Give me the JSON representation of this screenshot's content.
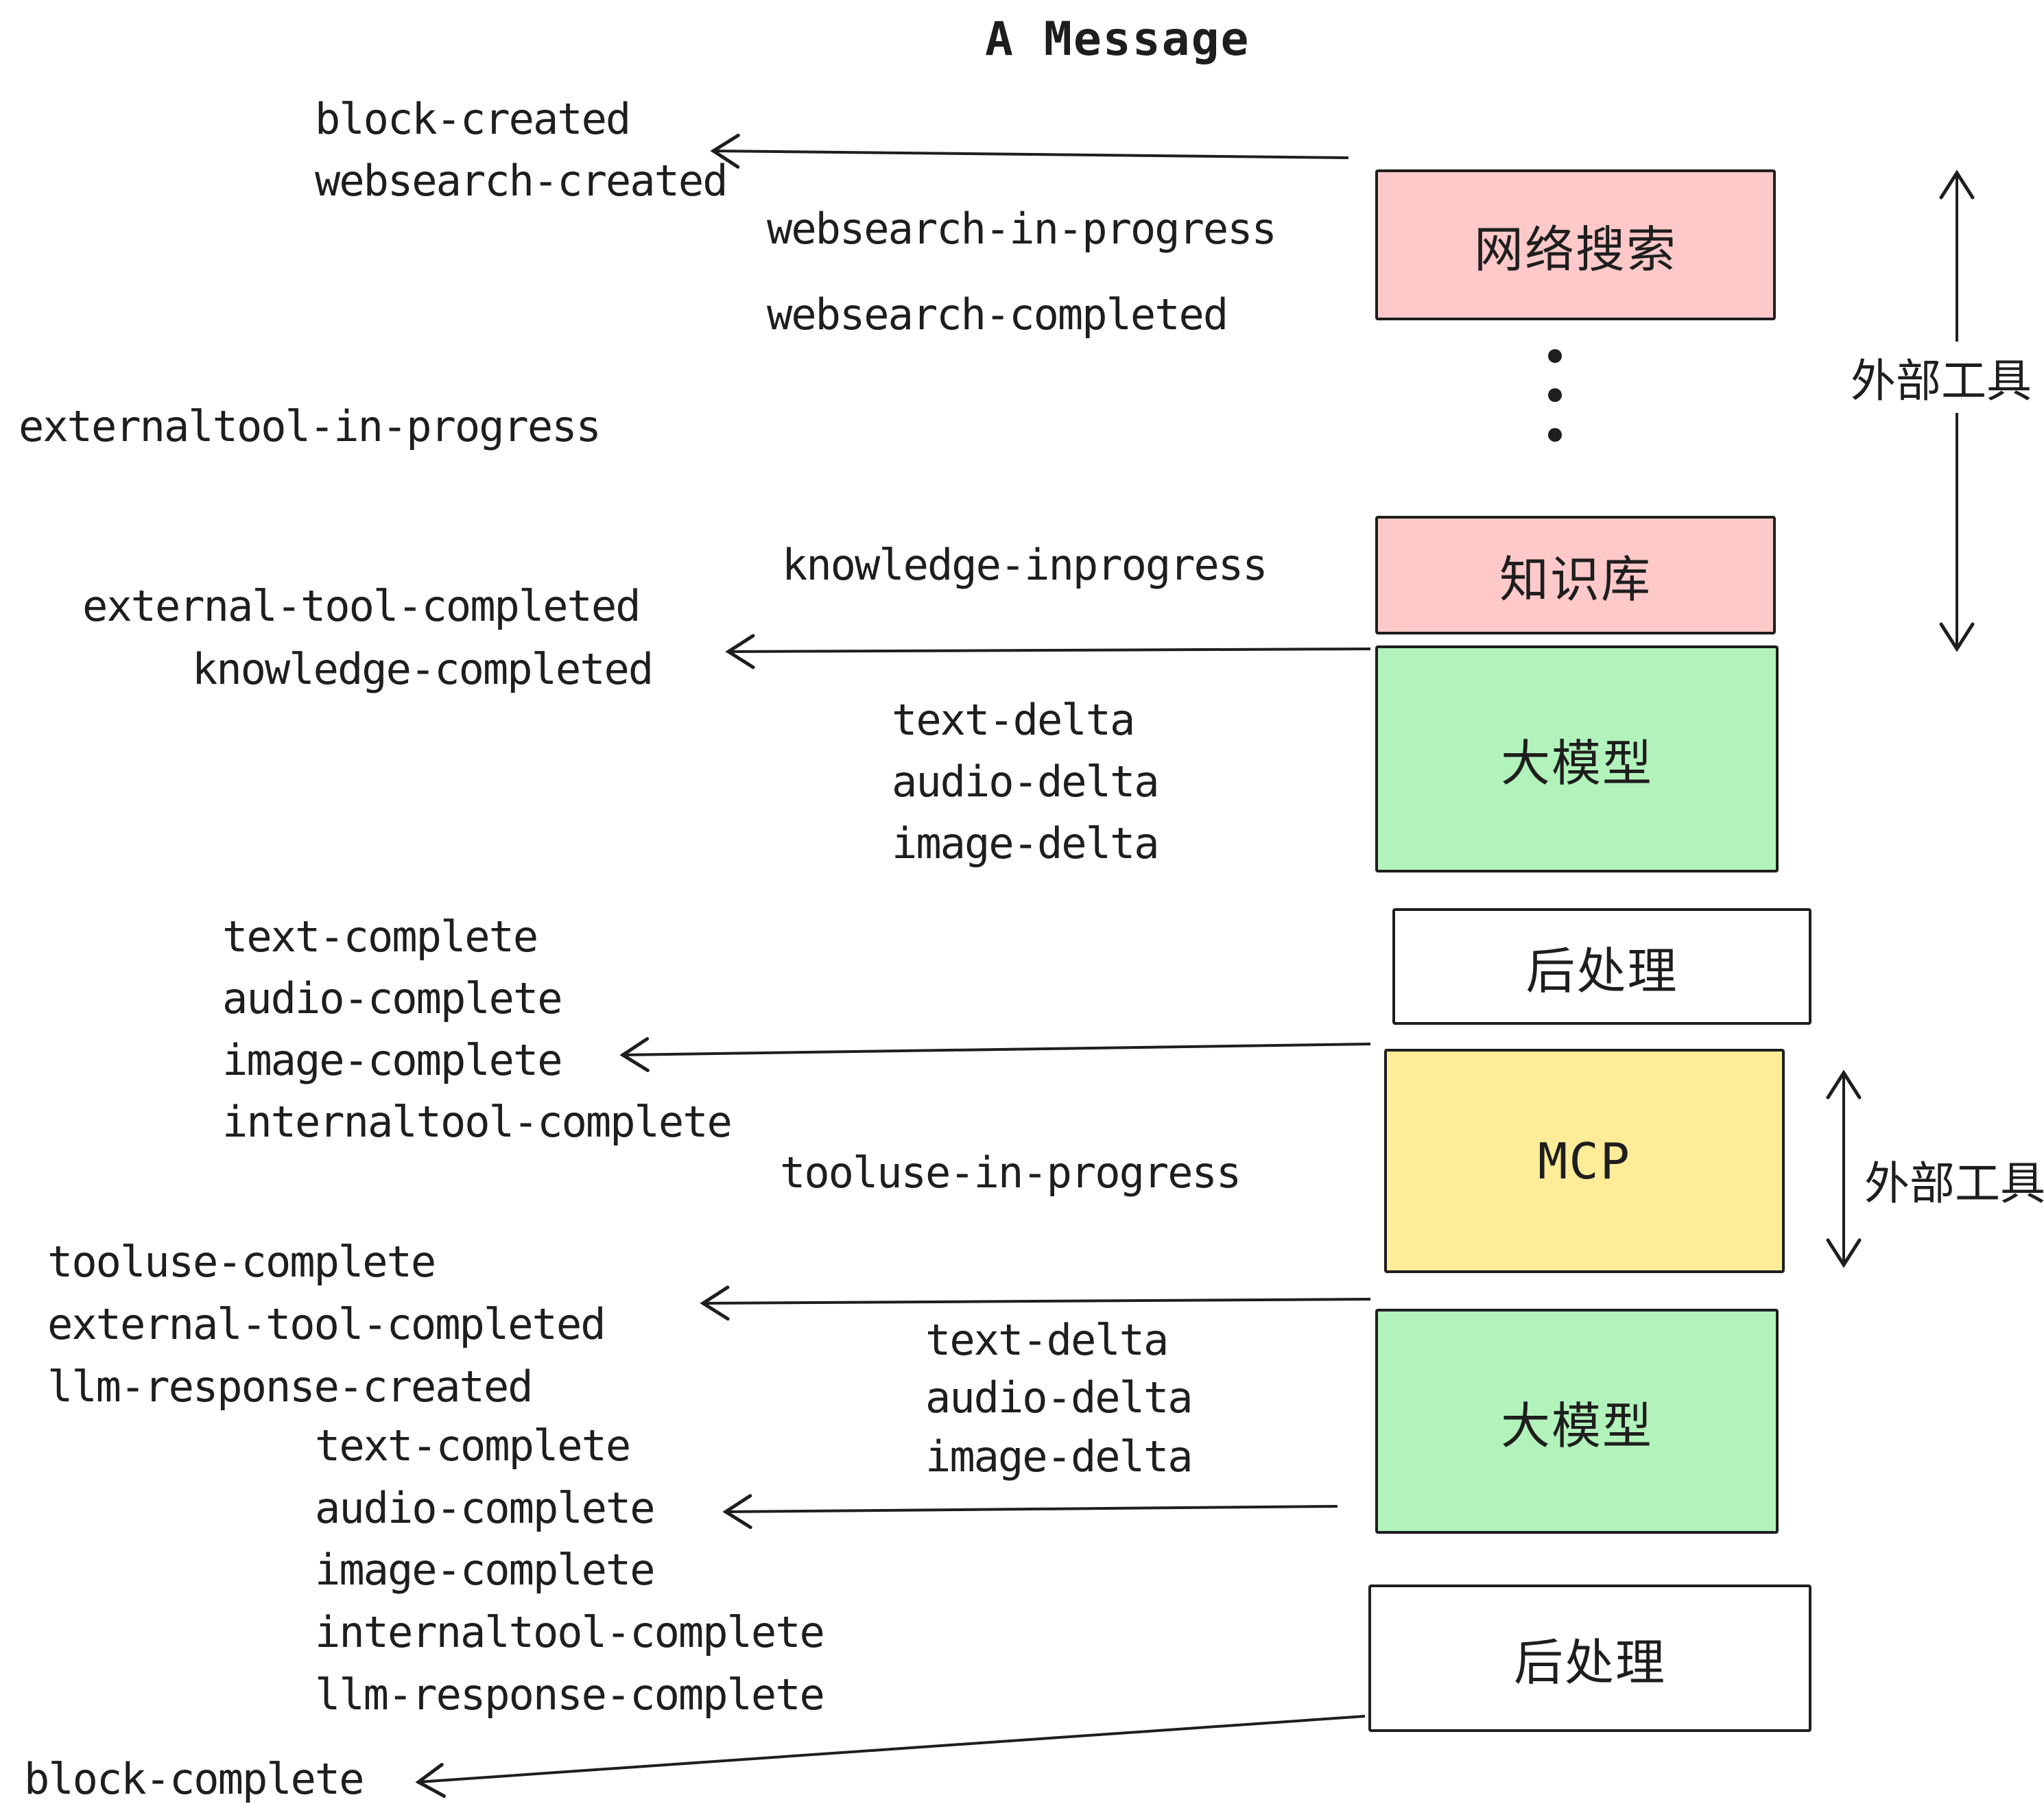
{
  "title": "A Message",
  "colors": {
    "ink": "#1e1e1e",
    "pink": "#ffc9c9",
    "green": "#b2f2bb",
    "yellow": "#ffec99",
    "white": "#ffffff"
  },
  "events": [
    "block-created",
    "websearch-created",
    "websearch-in-progress",
    "websearch-completed",
    "externaltool-in-progress",
    "knowledge-inprogress",
    "external-tool-completed",
    "knowledge-completed",
    "text-delta",
    "audio-delta",
    "image-delta",
    "text-complete",
    "audio-complete",
    "image-complete",
    "internaltool-complete",
    "tooluse-in-progress",
    "tooluse-complete",
    "external-tool-completed",
    "llm-response-created",
    "text-delta",
    "audio-delta",
    "image-delta",
    "text-complete",
    "audio-complete",
    "image-complete",
    "internaltool-complete",
    "llm-response-complete",
    "block-complete"
  ],
  "boxes": [
    {
      "label": "网络搜索",
      "color": "#ffc9c9"
    },
    {
      "label": "知识库",
      "color": "#ffc9c9"
    },
    {
      "label": "大模型",
      "color": "#b2f2bb"
    },
    {
      "label": "后处理",
      "color": "#ffffff"
    },
    {
      "label": "MCP",
      "color": "#ffec99"
    },
    {
      "label": "大模型",
      "color": "#b2f2bb"
    },
    {
      "label": "后处理",
      "color": "#ffffff"
    }
  ],
  "annotations": [
    {
      "text": "外部工具"
    },
    {
      "text": "外部工具"
    }
  ]
}
